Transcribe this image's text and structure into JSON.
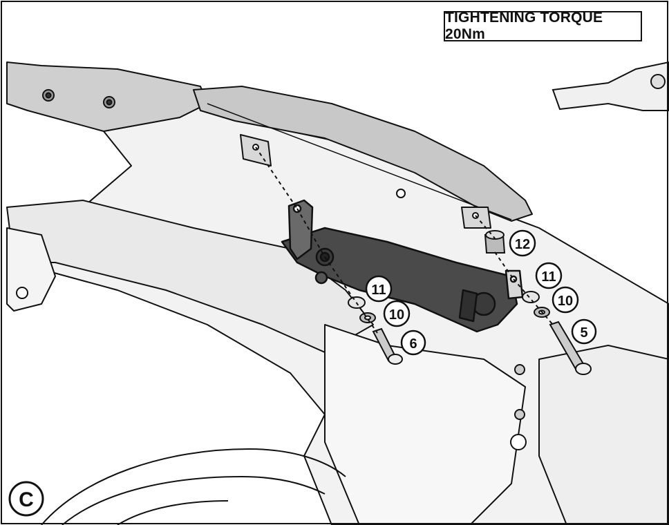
{
  "torque_note": "TIGHTENING TORQUE 20Nm",
  "step_label": "C",
  "callouts": [
    {
      "id": "c12",
      "label": "12"
    },
    {
      "id": "c11a",
      "label": "11"
    },
    {
      "id": "c10a",
      "label": "10"
    },
    {
      "id": "c6",
      "label": "6"
    },
    {
      "id": "c11b",
      "label": "11"
    },
    {
      "id": "c10b",
      "label": "10"
    },
    {
      "id": "c5",
      "label": "5"
    }
  ],
  "colors": {
    "line": "#111111",
    "body_fill": "#f1f1f1",
    "rail_fill": "#cfcfcf",
    "bracket_fill": "#4a4a4a",
    "background": "#ffffff"
  }
}
